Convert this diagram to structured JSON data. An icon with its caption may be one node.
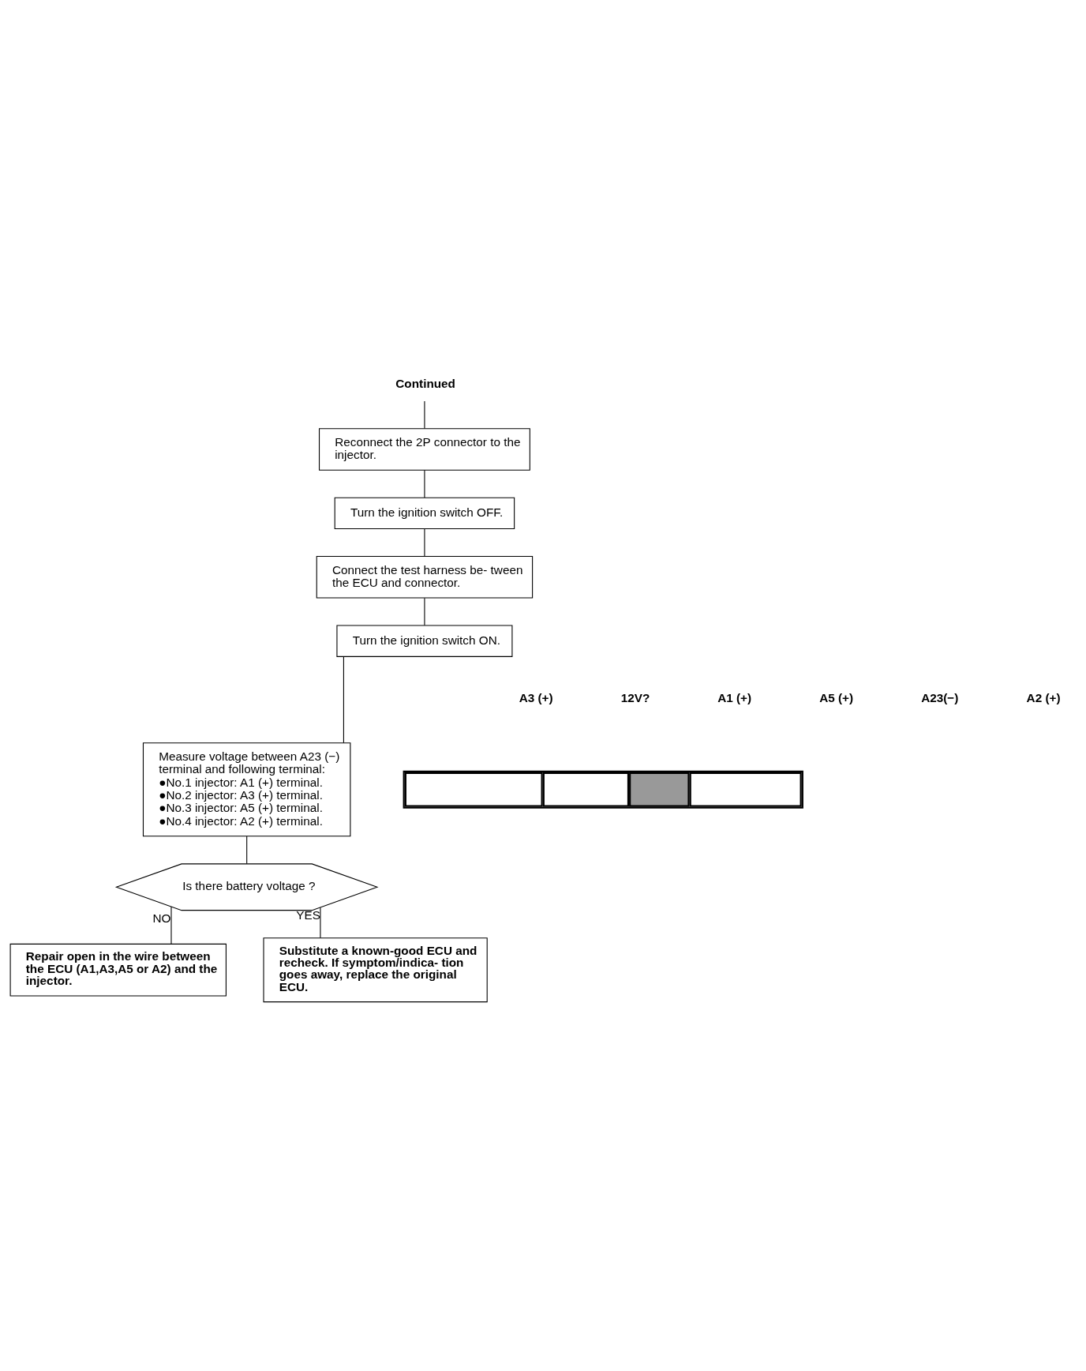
{
  "diagram": {
    "nodes": [
      {
        "text": [
          "Continued"
        ]
      },
      {
        "text": [
          "Reconnect the 2P connector to the injector."
        ]
      },
      {
        "text": [
          "Turn the ignition switch OFF."
        ]
      },
      {
        "text": [
          "Connect the test harness be- tween the ECU and connector."
        ]
      },
      {
        "text": [
          "Turn the ignition switch ON."
        ]
      },
      {
        "text": [
          "Measure voltage between A23 (−) terminal and following terminal:",
          "●No.1 injector: A1 (+) terminal.",
          "●No.2 injector: A3 (+) terminal.",
          "●No.3 injector: A5 (+) terminal.",
          "●No.4 injector: A2 (+) terminal."
        ]
      },
      {
        "text": [
          "Is there battery voltage ?"
        ]
      },
      {
        "text": [
          "Repair open in the wire between the ECU (A1,A3,A5 or A2) and the injector."
        ]
      },
      {
        "text": [
          "Substitute a known-good ECU and recheck. If symptom/indica- tion goes away, replace the original ECU."
        ]
      },
      {
        "text": [],
        "shape": "box"
      }
    ],
    "edges": [
      {
        "from": 0,
        "to": 1,
        "arrow": "none"
      },
      {
        "from": 1,
        "to": 2,
        "arrow": "none"
      },
      {
        "from": 2,
        "to": 3,
        "arrow": "none"
      },
      {
        "from": 3,
        "to": 4,
        "arrow": "none"
      },
      {
        "from": 4,
        "to": 5,
        "arrow": "none"
      },
      {
        "from": 5,
        "to": 6,
        "arrow": "none"
      },
      {
        "from": 6,
        "to": 7,
        "arrow": "none",
        "label": "NO"
      },
      {
        "from": 6,
        "to": 8,
        "arrow": "none",
        "label": "YES"
      }
    ],
    "labels": [
      "A3 (+)",
      "12V?",
      "A1 (+)",
      "A5 (+)",
      "A23(−)",
      "A2 (+)"
    ]
  }
}
